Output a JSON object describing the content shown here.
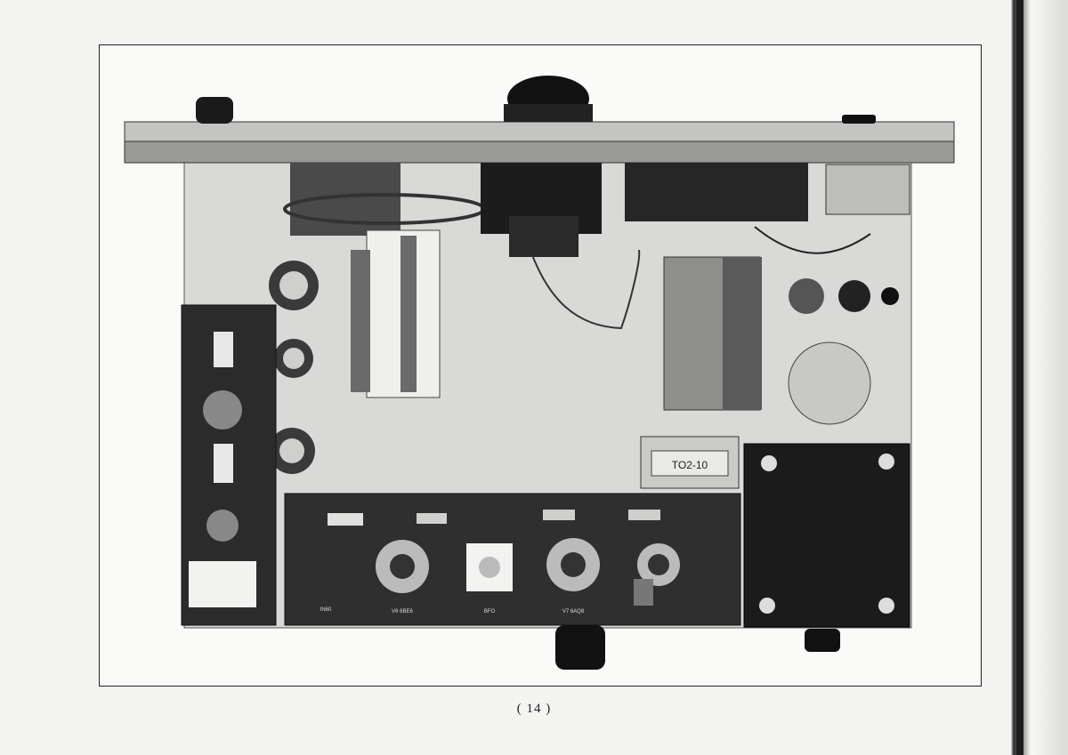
{
  "page": {
    "number_label": "( 14 )"
  },
  "photo": {
    "panel_labels": {
      "power_transformer": "TO2-10",
      "v6": "V6 6BE6",
      "bfo": "BFO",
      "v7": "V7 6AQ8",
      "small_label": "IN60"
    }
  }
}
